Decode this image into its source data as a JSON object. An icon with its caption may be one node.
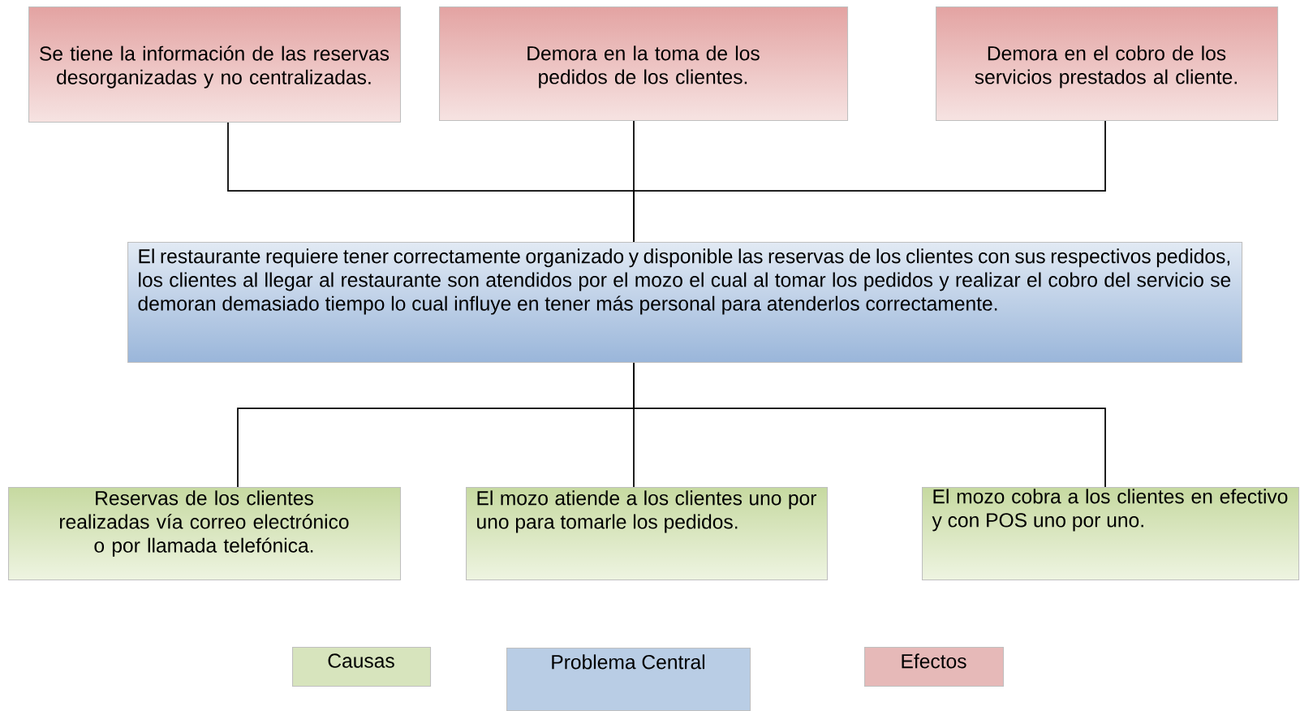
{
  "diagram": {
    "nodes": [
      {
        "text": [
          "Se tiene la información de las reservas desorganizadas y no centralizadas."
        ]
      },
      {
        "text": [
          "Demora en la toma de los pedidos de los clientes."
        ]
      },
      {
        "text": [
          "Demora en el cobro de los servicios prestados al cliente."
        ]
      },
      {
        "text": [
          "El restaurante requiere tener correctamente organizado y disponible las reservas de los clientes con sus respectivos pedidos, los clientes al llegar al restaurante son atendidos por el mozo el cual al tomar los pedidos y realizar el cobro del servicio se demoran demasiado tiempo lo cual influye en tener más personal para atenderlos correctamente."
        ]
      },
      {
        "text": [
          "Reservas de los clientes realizadas vía correo electrónico o por llamada telefónica."
        ]
      },
      {
        "text": [
          "El mozo atiende a los clientes uno por uno para tomarle los pedidos."
        ]
      },
      {
        "text": [
          "El mozo cobra a los clientes en efectivo y con POS uno por uno."
        ]
      }
    ],
    "edges": [
      {
        "from": 3,
        "to": 0,
        "arrow": "none"
      },
      {
        "from": 3,
        "to": 1,
        "arrow": "none"
      },
      {
        "from": 3,
        "to": 2,
        "arrow": "none"
      },
      {
        "from": 4,
        "to": 3,
        "arrow": "none"
      },
      {
        "from": 5,
        "to": 3,
        "arrow": "none"
      },
      {
        "from": 6,
        "to": 3,
        "arrow": "none"
      }
    ],
    "legend": [
      {
        "text": "Causas",
        "color": "#d7e4bd"
      },
      {
        "text": "Problema Central",
        "color": "#b9cde5"
      },
      {
        "text": "Efectos",
        "color": "#e6b9b8"
      }
    ]
  }
}
